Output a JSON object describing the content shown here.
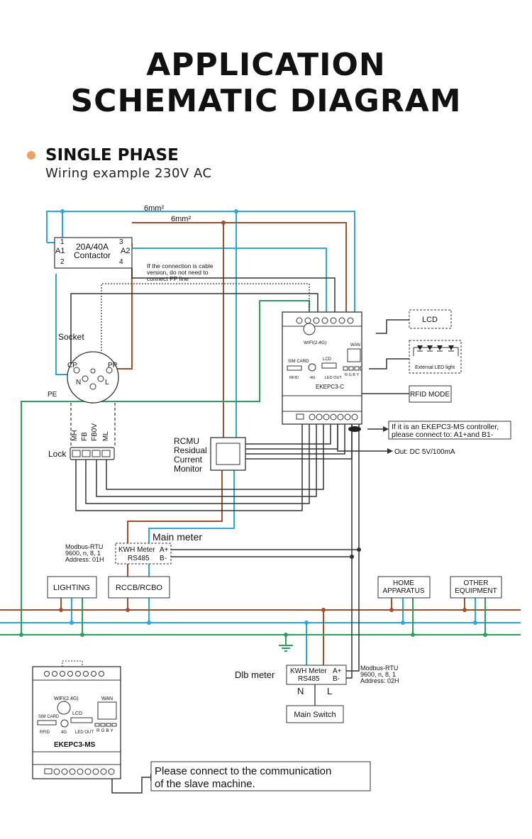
{
  "header": {
    "title_line1": "APPLICATION",
    "title_line2": "SCHEMATIC DIAGRAM",
    "section_title": "SINGLE PHASE",
    "section_subtitle": "Wiring example 230V AC"
  },
  "wires": {
    "label_6mm_blue": "6mm²",
    "label_6mm_brown": "6mm²"
  },
  "contactor": {
    "line1": "20A/40A",
    "line2": "Contactor",
    "t1": "1",
    "t2": "2",
    "t3": "3",
    "t4": "4",
    "a1": "A1",
    "a2": "A2"
  },
  "cable_note": {
    "line1": "If the connection is cable",
    "line2": "version, do not need to",
    "line3": "connect PP line"
  },
  "socket": {
    "label": "Socket",
    "cp": "CP",
    "pp": "PP",
    "n": "N",
    "l": "L",
    "pe": "PE"
  },
  "lock": {
    "label": "Lock",
    "pins": [
      "MH",
      "FB",
      "FB0V",
      "ML"
    ]
  },
  "controller": {
    "wifi": "WIFI(2.4G)",
    "sim": "SIM CARD",
    "lcd": "LCD",
    "wan": "WAN",
    "rfid": "RFID",
    "g4": "4G",
    "ledout": "LED OUT",
    "rgby": "R G B Y",
    "name": "EKEPC3-C"
  },
  "lcd_box": "LCD",
  "led": {
    "label": "External LED light"
  },
  "rfid_mode": "RFID MODE",
  "ms_note": {
    "line1": "If it is an EKEPC3-MS controller,",
    "line2": "please connect to: A1+and B1-"
  },
  "out_note": "Out: DC 5V/100mA",
  "rcmu": {
    "line1": "RCMU",
    "line2": "Residual",
    "line3": "Current",
    "line4": "Monitor"
  },
  "main_meter": {
    "label": "Main meter",
    "modbus1": "Modbus-RTU",
    "modbus2": "9600, n, 8, 1",
    "modbus3": "Address: 01H",
    "kwh": "KWH Meter",
    "rs485": "RS485",
    "a": "A+",
    "b": "B-"
  },
  "loads": {
    "lighting": "LIGHTING",
    "rccb": "RCCB/RCBO",
    "home1": "HOME",
    "home2": "APPARATUS",
    "other1": "OTHER",
    "other2": "EQUIPMENT"
  },
  "dlb_meter": {
    "label": "Dlb meter",
    "kwh": "KWH Meter",
    "rs485": "RS485",
    "a": "A+",
    "b": "B-",
    "modbus1": "Modbus-RTU",
    "modbus2": "9600, n, 8, 1",
    "modbus3": "Address: 02H",
    "n": "N",
    "l": "L"
  },
  "main_switch": "Main Switch",
  "slave": {
    "wifi": "WIFI(2.4G)",
    "sim": "SIM CARD",
    "lcd": "LCD",
    "wan": "WAN",
    "rfid": "RFID",
    "g4": "4G",
    "ledout": "LED OUT",
    "rgby": "R G B Y",
    "name": "EKEPC3-MS"
  },
  "slave_note": {
    "line1": "Please connect to the communication",
    "line2": "of the slave machine."
  },
  "colors": {
    "blue": "#29a8dc",
    "brown": "#a0522d",
    "green": "#2ca05a",
    "dark": "#333333"
  }
}
